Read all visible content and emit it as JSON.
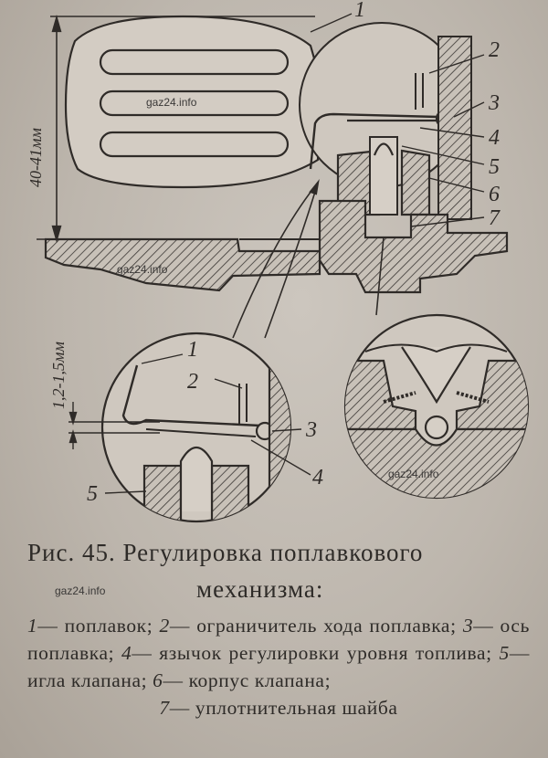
{
  "figure": {
    "callouts_top": [
      "1",
      "2",
      "3",
      "4",
      "5",
      "6",
      "7"
    ],
    "callouts_detail": [
      "1",
      "2",
      "3",
      "4",
      "5"
    ],
    "dim_top": "40-41мм",
    "dim_detail": "1,2-1,5мм"
  },
  "watermarks": [
    "gaz24.info",
    "gaz24.info",
    "gaz24.info",
    "gaz24.info"
  ],
  "caption": {
    "title": "Рис. 45. Регулировка поплавкового",
    "title2": "механизма:"
  },
  "legend": [
    {
      "num": "1",
      "text": "— поплавок;"
    },
    {
      "num": "2",
      "text": "— ограничитель хода поплавка;"
    },
    {
      "num": "3",
      "text": "— ось поплавка;"
    },
    {
      "num": "4",
      "text": "— язычок регулировки уровня топлива;"
    },
    {
      "num": "5",
      "text": "— игла клапана;"
    },
    {
      "num": "6",
      "text": "— корпус клапана;"
    },
    {
      "num": "7",
      "text": "— уплотнительная шайба"
    }
  ]
}
